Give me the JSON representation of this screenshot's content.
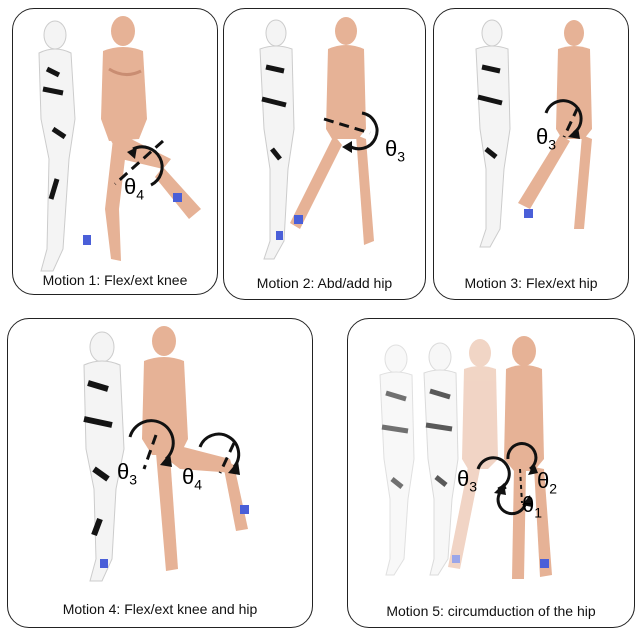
{
  "panels": [
    {
      "caption": "Motion 1: Flex/ext knee",
      "labels": [
        {
          "base": "θ",
          "sub": "4"
        }
      ]
    },
    {
      "caption": "Motion 2: Abd/add hip",
      "labels": [
        {
          "base": "θ",
          "sub": "3"
        }
      ]
    },
    {
      "caption": "Motion 3: Flex/ext hip",
      "labels": [
        {
          "base": "θ",
          "sub": "3"
        }
      ]
    },
    {
      "caption": "Motion 4: Flex/ext knee and hip",
      "labels": [
        {
          "base": "θ",
          "sub": "3"
        },
        {
          "base": "θ",
          "sub": "4"
        }
      ]
    },
    {
      "caption": "Motion 5: circumduction of the hip",
      "labels": [
        {
          "base": "θ",
          "sub": "3"
        },
        {
          "base": "θ",
          "sub": "2"
        },
        {
          "base": "θ",
          "sub": "1"
        }
      ]
    }
  ],
  "colors": {
    "skin": "#e6b296",
    "skin_shade": "#c98d72",
    "marker": "#4a5fd8",
    "ghost": "#f4f4f4",
    "ghost_mark": "#141414",
    "outline": "#222222"
  }
}
